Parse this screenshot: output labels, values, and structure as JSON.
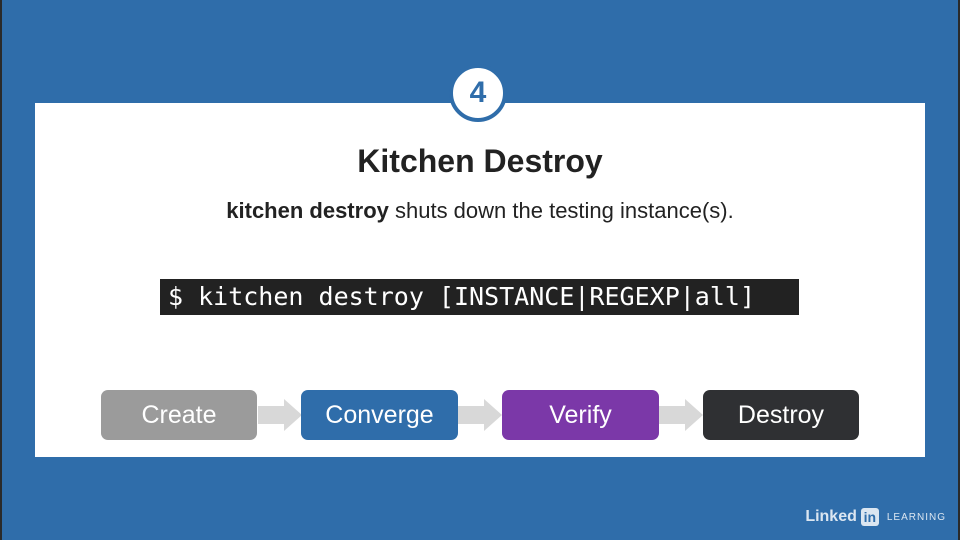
{
  "slide": {
    "step_number": "4",
    "title": "Kitchen Destroy",
    "description_bold": "kitchen destroy",
    "description_rest": " shuts down the testing instance(s).",
    "command": "$ kitchen destroy [INSTANCE|REGEXP|all]"
  },
  "flow": {
    "stages": [
      {
        "label": "Create",
        "color": "#9b9b9b"
      },
      {
        "label": "Converge",
        "color": "#2f6daa"
      },
      {
        "label": "Verify",
        "color": "#7b38a8"
      },
      {
        "label": "Destroy",
        "color": "#2f3033"
      }
    ],
    "arrow_color": "#d8d8d8"
  },
  "branding": {
    "name": "Linked",
    "mark": "in",
    "suffix": "LEARNING"
  },
  "colors": {
    "background": "#2f6daa",
    "card": "#ffffff",
    "command_background": "#222222"
  }
}
